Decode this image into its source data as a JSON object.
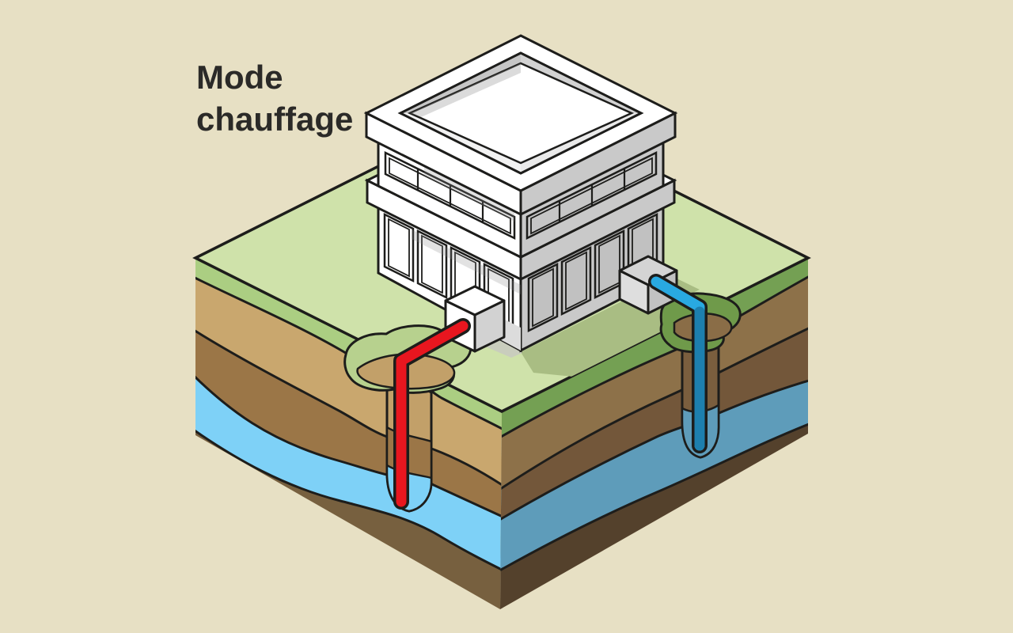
{
  "title": {
    "line1": "Mode",
    "line2": "chauffage"
  },
  "diagram": {
    "type": "isometric-cutaway",
    "subject": "geothermal-heating-mode",
    "elements": [
      "office-building",
      "grass-surface",
      "soil-layers",
      "aquifer",
      "hot-injection-pipe",
      "cold-extraction-pipe",
      "well-head-boxes"
    ]
  },
  "palette": {
    "bg": "#e7e0c4",
    "title": "#2b2a28",
    "ink": "#1d1d1b",
    "grass_top": "#cfe2aa",
    "grass_shadow": "#a9bd83",
    "grass_edge_l": "#abce82",
    "tan_l": "#c9a76e",
    "brown_l": "#9b7647",
    "aquifer_l": "#7ed1f7",
    "base_l": "#77603f",
    "grass_edge_r": "#74a053",
    "tan_r": "#8d7149",
    "brown_r": "#73573a",
    "aquifer_r": "#5e9cba",
    "base_r": "#54412c",
    "bowl_green_l": "#b7d18e",
    "bowl_tan_l": "#c2a069",
    "bowl_green_r": "#6f9a4a",
    "bowl_brown_r": "#8a6d47",
    "channel_brown_r": "#7a5e3e",
    "white": "#ffffff",
    "wall_gray": "#c9c9c9",
    "win_gray": "#c1c1c1",
    "strip_gray": "#c6c6c6",
    "parapet_nw": "#c6c6c6",
    "parapet_ne": "#d2d2d2",
    "parapet_sw": "#f2f2f2",
    "parapet_se": "#eaeaea",
    "box_top_gray": "#d4d4d4",
    "box_left_gray": "#dedede",
    "box_right_gray": "#c2c2c2",
    "box_face_gray": "#d2d2d2",
    "shadow_wedge": "#c9cdbd",
    "wall_wedge": "#dcdcdc",
    "pipe_red": "#e8161f",
    "pipe_blue": "#29a9e1",
    "pipe_blue_dark": "#1d7fae"
  }
}
